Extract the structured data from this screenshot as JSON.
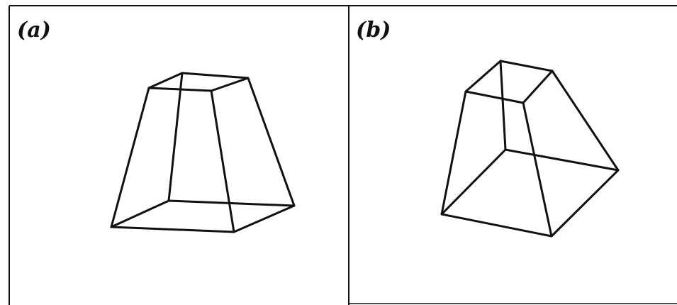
{
  "panels": [
    {
      "id": "a",
      "label": "(a)"
    },
    {
      "id": "b",
      "label": "(b)"
    }
  ],
  "colors": {
    "ink": "#111111",
    "background": "#ffffff"
  }
}
